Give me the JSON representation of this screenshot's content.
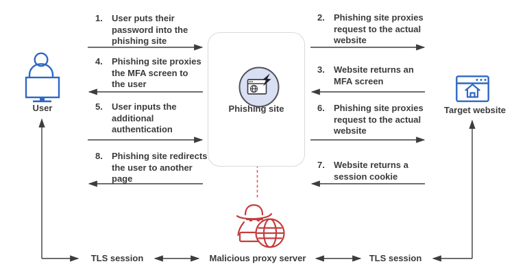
{
  "nodes": {
    "user": {
      "label": "User"
    },
    "phishing_site": {
      "label": "Phishing site"
    },
    "target_website": {
      "label": "Target website"
    },
    "malicious_proxy_server": {
      "label": "Malicious proxy server"
    }
  },
  "left_steps": [
    {
      "num": "1.",
      "text": "User puts their\npassword into the\nphishing site",
      "direction": "right"
    },
    {
      "num": "4.",
      "text": "Phishing site proxies\nthe MFA screen to\nthe user",
      "direction": "left"
    },
    {
      "num": "5.",
      "text": "User inputs the\nadditional\nauthentication",
      "direction": "right"
    },
    {
      "num": "8.",
      "text": "Phishing site redirects\nthe user to another\npage",
      "direction": "left"
    }
  ],
  "right_steps": [
    {
      "num": "2.",
      "text": "Phishing site proxies\nrequest to the actual\nwebsite",
      "direction": "right"
    },
    {
      "num": "3.",
      "text": "Website returns an\nMFA screen",
      "direction": "left"
    },
    {
      "num": "6.",
      "text": "Phishing site proxies\nrequest to the actual\nwebsite",
      "direction": "right"
    },
    {
      "num": "7.",
      "text": "Website returns a\nsession cookie",
      "direction": "left"
    }
  ],
  "bottom_rail": {
    "tls_session_left": "TLS session",
    "tls_session_right": "TLS session"
  },
  "icons": {
    "user": "person-at-monitor-icon",
    "phishing_site": "browser-window-lightning-icon",
    "target_website": "browser-window-home-icon",
    "malicious_proxy_server": "spy-with-globe-icon"
  },
  "colors": {
    "icon_blue": "#2d68c4",
    "alert_red": "#c43c3c",
    "dashed_red": "#e05a5a",
    "text": "#3b3b3b",
    "arrow": "#3d3d3d",
    "box_border": "#d9d9d9",
    "circle_fill": "#d9e0f4",
    "circle_stroke": "#50505a"
  }
}
